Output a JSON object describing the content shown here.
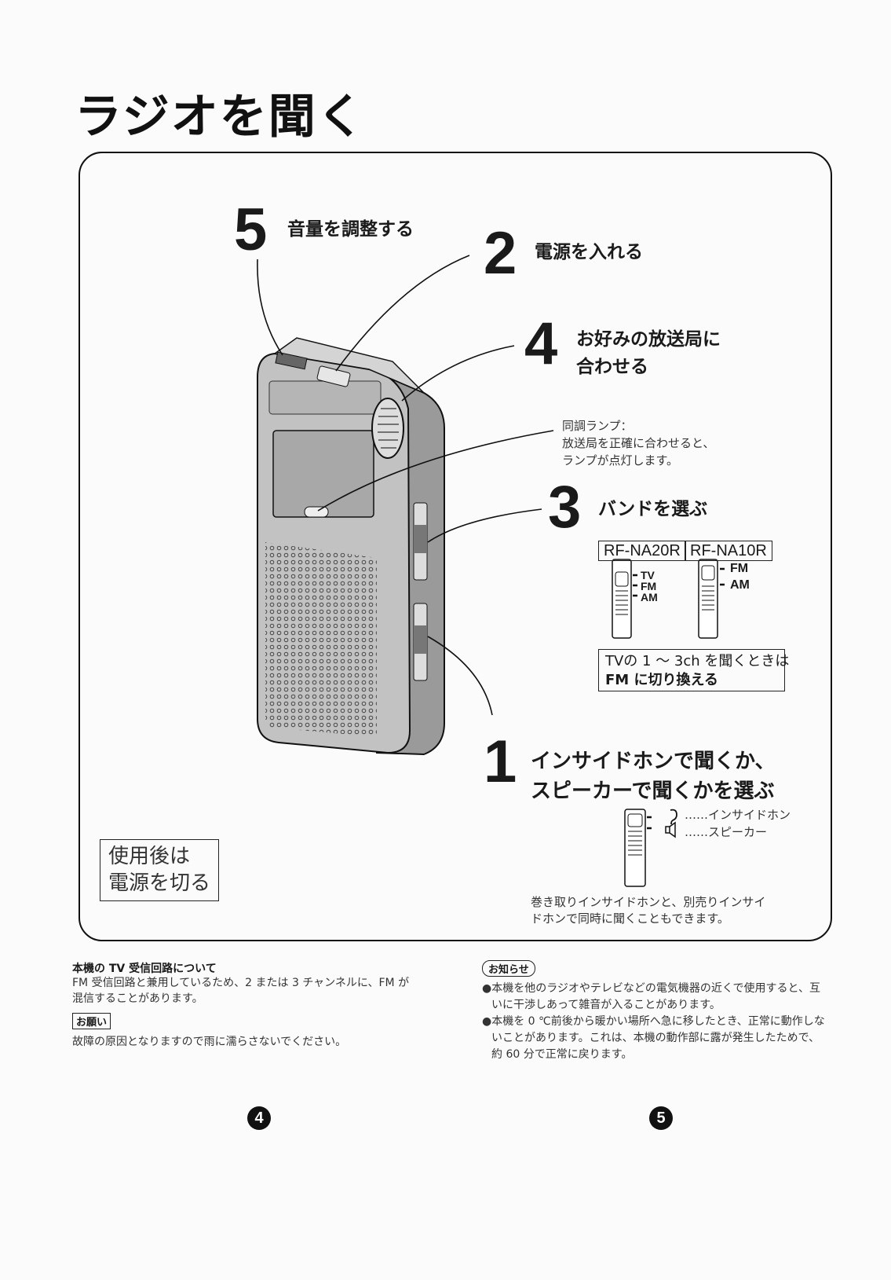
{
  "title": "ラジオを聞く",
  "steps": [
    {
      "num": "5",
      "text": "音量を調整する"
    },
    {
      "num": "2",
      "text": "電源を入れる"
    },
    {
      "num": "4",
      "line1": "お好みの放送局に",
      "line2": "合わせる"
    },
    {
      "num": "3",
      "text": "バンドを選ぶ"
    },
    {
      "num": "1",
      "line1": "インサイドホンで聞くか、",
      "line2": "スピーカーで聞くかを選ぶ"
    }
  ],
  "tuning_lamp": {
    "line1": "同調ランプ：",
    "line2": "放送局を正確に合わせると、",
    "line3": "ランプが点灯します。"
  },
  "models": [
    {
      "name": "RF-NA20R",
      "bands": [
        "TV",
        "FM",
        "AM"
      ]
    },
    {
      "name": "RF-NA10R",
      "bands": [
        "FM",
        "AM"
      ]
    }
  ],
  "tv_note": {
    "line1": "TVの 1 ～ 3ch を聞くときは",
    "line2": "FM に切り換える"
  },
  "output_options": {
    "earphone": "……インサイドホン",
    "speaker": "……スピーカー"
  },
  "retract_note": {
    "line1": "巻き取りインサイドホンと、別売りインサイ",
    "line2": "ドホンで同時に聞くこともできます。"
  },
  "after_use": {
    "line1": "使用後は",
    "line2": "電源を切る"
  },
  "tv_circuit": {
    "title": "本機の TV 受信回路について",
    "line1": "FM 受信回路と兼用しているため、2 または 3 チャンネルに、FM が",
    "line2": "混信することがあります。"
  },
  "request": {
    "badge": "お願い",
    "text": "故障の原因となりますので雨に濡らさないでください。"
  },
  "notice": {
    "badge": "お知らせ",
    "b1_line1": "●本機を他のラジオやテレビなどの電気機器の近くで使用すると、互",
    "b1_line2": "いに干渉しあって雑音が入ることがあります。",
    "b2_line1": "●本機を 0 ℃前後から暖かい場所へ急に移したとき、正常に動作しな",
    "b2_line2": "いことがあります。これは、本機の動作部に露が発生したためで、",
    "b2_line3": "約 60 分で正常に戻ります。"
  },
  "page_numbers": {
    "left": "4",
    "right": "5"
  }
}
